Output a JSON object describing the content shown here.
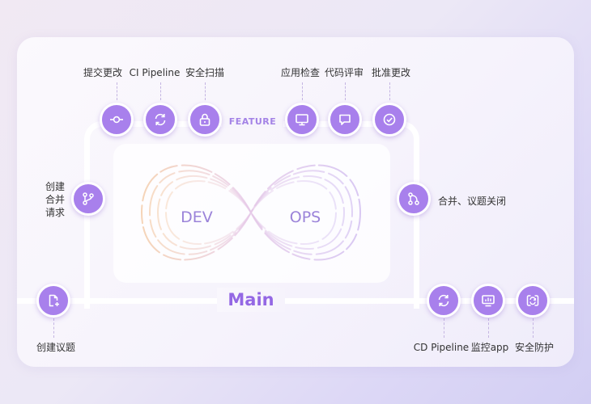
{
  "diagram": {
    "feature_label": "FEATURE",
    "main_label": "Main",
    "infinity": {
      "left": "DEV",
      "right": "OPS"
    },
    "colors": {
      "accent": "#a880ec",
      "text_accent": "#9468e4",
      "label": "#333333"
    },
    "top_nodes": [
      {
        "label": "提交更改",
        "icon": "commit-icon"
      },
      {
        "label": "CI Pipeline",
        "icon": "refresh-icon"
      },
      {
        "label": "安全扫描",
        "icon": "lock-icon"
      },
      {
        "label": "应用检查",
        "icon": "monitor-icon"
      },
      {
        "label": "代码评审",
        "icon": "chat-icon"
      },
      {
        "label": "批准更改",
        "icon": "check-circle-icon"
      }
    ],
    "side_nodes": {
      "left": {
        "label_lines": [
          "创建",
          "合并",
          "请求"
        ],
        "icon": "branch-icon"
      },
      "right": {
        "label": "合并、议题关闭",
        "icon": "merge-icon"
      }
    },
    "bottom_nodes": [
      {
        "label": "创建议题",
        "icon": "new-issue-icon"
      },
      {
        "label": "CD Pipeline",
        "icon": "refresh-icon"
      },
      {
        "label": "监控app",
        "icon": "monitor-chart-icon"
      },
      {
        "label": "安全防护",
        "icon": "shield-loop-icon"
      }
    ]
  }
}
